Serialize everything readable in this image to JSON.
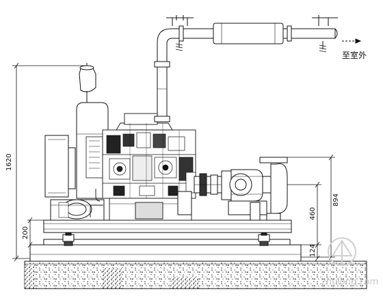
{
  "drawing": {
    "outlet_label": "至室外",
    "dimensions": {
      "overall_height": "1620",
      "base_height": "200",
      "shaft_center_height": "894",
      "pump_height": "460",
      "pad_height": "124"
    },
    "watermark": "zhulong.com"
  }
}
